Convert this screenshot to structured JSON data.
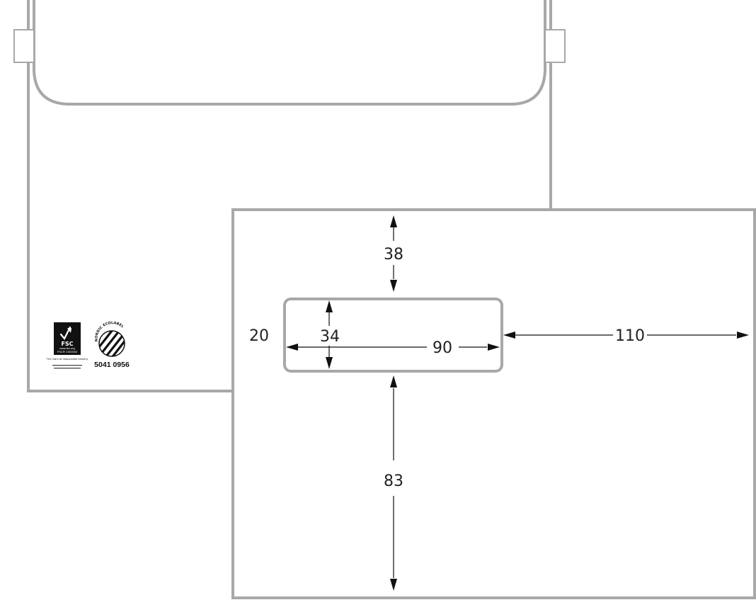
{
  "colors": {
    "outline": "#a8a8a8",
    "dimension_line": "#111111",
    "text": "#222222",
    "background": "#ffffff"
  },
  "dimensions": {
    "top_margin": "38",
    "left_margin": "20",
    "window_height": "34",
    "window_width": "90",
    "right_margin": "110",
    "bottom_margin": "83"
  },
  "logos": {
    "fsc": {
      "label": "FSC",
      "url": "www.fsc.org",
      "code": "FSC® C000000",
      "tagline": "The mark of responsible forestry",
      "icon": "fsc-tree-checkmark-icon"
    },
    "nordic_ecolabel": {
      "label": "NORDIC ECOLABEL",
      "license_number": "5041 0956",
      "icon": "nordic-swan-icon"
    }
  }
}
